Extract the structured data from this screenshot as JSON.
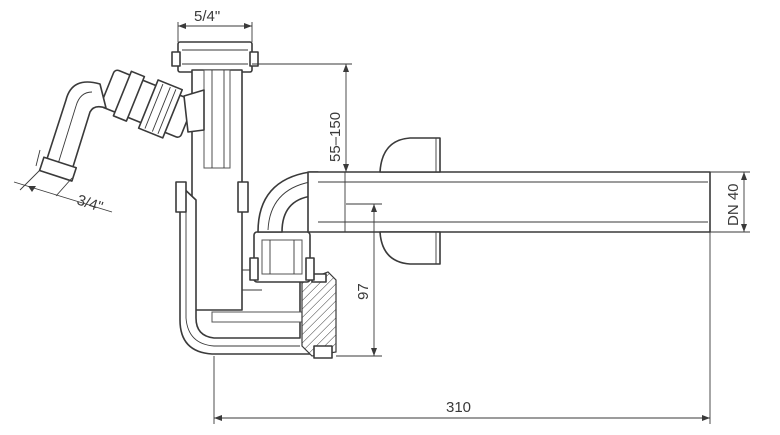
{
  "dimensions": {
    "top_thread": "5/4\"",
    "side_thread": "3/4\"",
    "height_range": "55–150",
    "pipe_diameter": "DN 40",
    "trap_depth": "97",
    "total_length": "310"
  }
}
